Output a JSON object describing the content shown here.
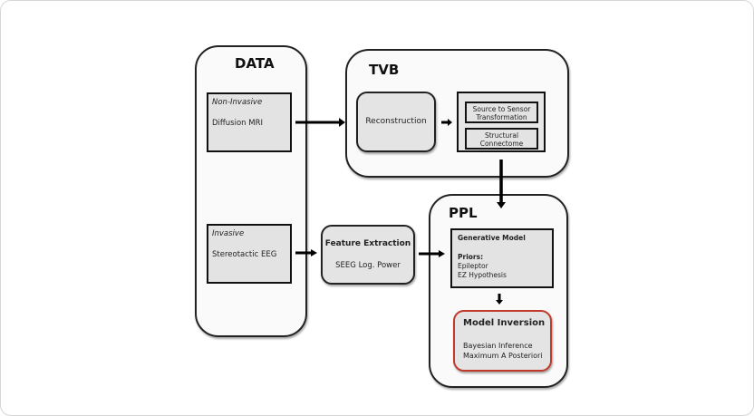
{
  "diagram": {
    "data_panel": {
      "title": "DATA",
      "non_invasive": {
        "category": "Non-Invasive",
        "item": "Diffusion MRI"
      },
      "invasive": {
        "category": "Invasive",
        "item": "Stereotactic EEG"
      }
    },
    "tvb_panel": {
      "title": "TVB",
      "reconstruction": "Reconstruction",
      "source_to_sensor": [
        "Source to Sensor",
        "Transformation"
      ],
      "structural_connectome": [
        "Structural",
        "Connectome"
      ]
    },
    "feature_extraction": {
      "title": "Feature Extraction",
      "subtitle": "SEEG Log. Power"
    },
    "ppl_panel": {
      "title": "PPL",
      "generative_model": {
        "title": "Generative Model",
        "priors_label": "Priors:",
        "priors": [
          "Epileptor",
          "EZ Hypothesis"
        ]
      },
      "model_inversion": {
        "title": "Model Inversion",
        "methods": [
          "Bayesian Inference",
          "Maximum A Posteriori"
        ]
      }
    },
    "colors": {
      "box_fill": "#e3e3e3",
      "panel_fill": "#fafafa",
      "border": "#222222",
      "highlight_border": "#c0392b"
    }
  }
}
